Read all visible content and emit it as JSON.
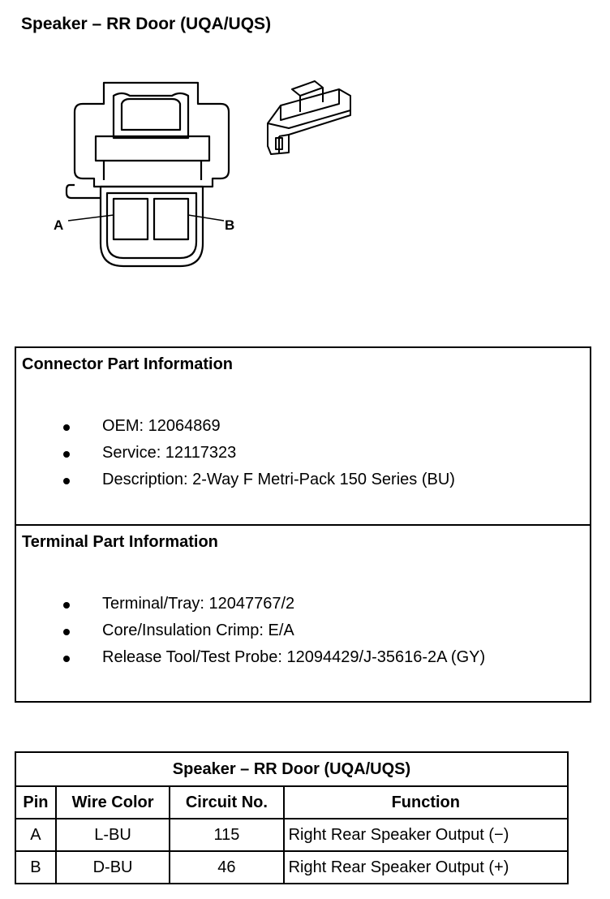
{
  "title": "Speaker – RR Door (UQA/UQS)",
  "diagram": {
    "label_a": "A",
    "label_b": "B"
  },
  "connector_info": {
    "heading": "Connector Part Information",
    "items": [
      "OEM: 12064869",
      "Service: 12117323",
      "Description: 2-Way F Metri-Pack 150 Series (BU)"
    ]
  },
  "terminal_info": {
    "heading": "Terminal Part Information",
    "items": [
      "Terminal/Tray: 12047767/2",
      "Core/Insulation Crimp: E/A",
      "Release Tool/Test Probe: 12094429/J-35616-2A (GY)"
    ]
  },
  "pin_table": {
    "caption": "Speaker – RR Door (UQA/UQS)",
    "headers": [
      "Pin",
      "Wire Color",
      "Circuit No.",
      "Function"
    ],
    "rows": [
      [
        "A",
        "L-BU",
        "115",
        "Right Rear Speaker Output (−)"
      ],
      [
        "B",
        "D-BU",
        "46",
        "Right Rear Speaker Output (+)"
      ]
    ]
  }
}
